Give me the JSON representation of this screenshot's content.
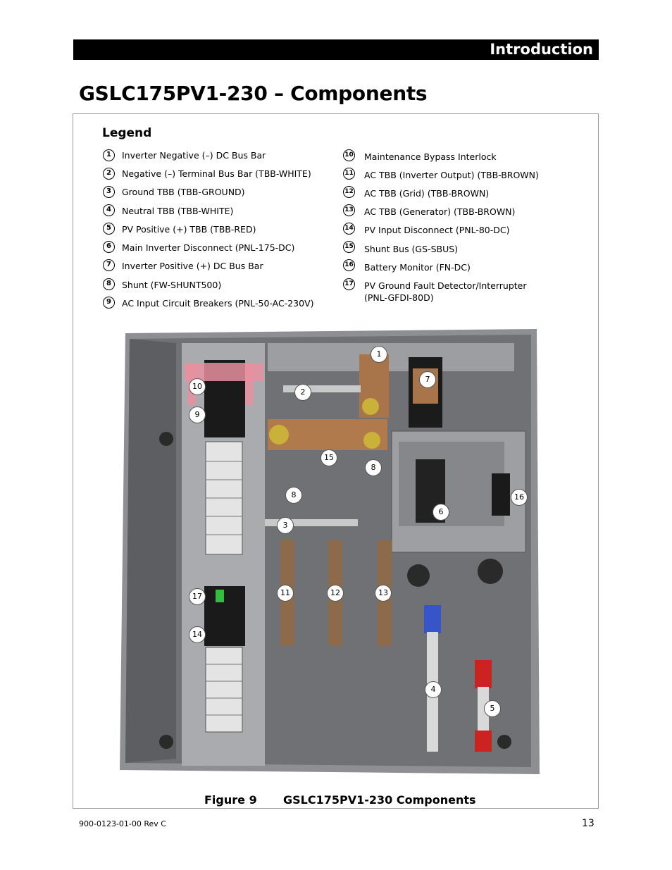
{
  "header": {
    "section": "Introduction"
  },
  "page_title": "GSLC175PV1-230 – Components",
  "legend": {
    "title": "Legend",
    "left_items": [
      {
        "num": "1",
        "label": "Inverter Negative (–) DC Bus Bar"
      },
      {
        "num": "2",
        "label": "Negative (–) Terminal Bus Bar (TBB-WHITE)"
      },
      {
        "num": "3",
        "label": "Ground TBB (TBB-GROUND)"
      },
      {
        "num": "4",
        "label": "Neutral TBB (TBB-WHITE)"
      },
      {
        "num": "5",
        "label": "PV Positive (+) TBB (TBB-RED)"
      },
      {
        "num": "6",
        "label": "Main Inverter Disconnect (PNL-175-DC)"
      },
      {
        "num": "7",
        "label": "Inverter Positive (+) DC Bus Bar"
      },
      {
        "num": "8",
        "label": "Shunt (FW-SHUNT500)"
      },
      {
        "num": "9",
        "label": "AC Input Circuit Breakers (PNL-50-AC-230V)"
      }
    ],
    "right_items": [
      {
        "num": "10",
        "label": "Maintenance Bypass Interlock"
      },
      {
        "num": "11",
        "label": "AC TBB (Inverter Output) (TBB-BROWN)"
      },
      {
        "num": "12",
        "label": "AC TBB (Grid) (TBB-BROWN)"
      },
      {
        "num": "13",
        "label": "AC TBB (Generator) (TBB-BROWN)"
      },
      {
        "num": "14",
        "label": "PV Input Disconnect (PNL-80-DC)"
      },
      {
        "num": "15",
        "label": "Shunt Bus (GS-SBUS)"
      },
      {
        "num": "16",
        "label": "Battery Monitor (FN-DC)"
      },
      {
        "num": "17",
        "label": "PV Ground Fault Detector/Interrupter",
        "label2": "(PNL-GFDI-80D)"
      }
    ]
  },
  "callouts": [
    "1",
    "2",
    "3",
    "4",
    "5",
    "6",
    "7",
    "8",
    "8",
    "9",
    "10",
    "11",
    "12",
    "13",
    "14",
    "15",
    "16",
    "17"
  ],
  "caption": {
    "label": "Figure 9",
    "text": "GSLC175PV1-230 Components"
  },
  "footer": {
    "doc_number": "900-0123-01-00 Rev C",
    "page_number": "13"
  }
}
